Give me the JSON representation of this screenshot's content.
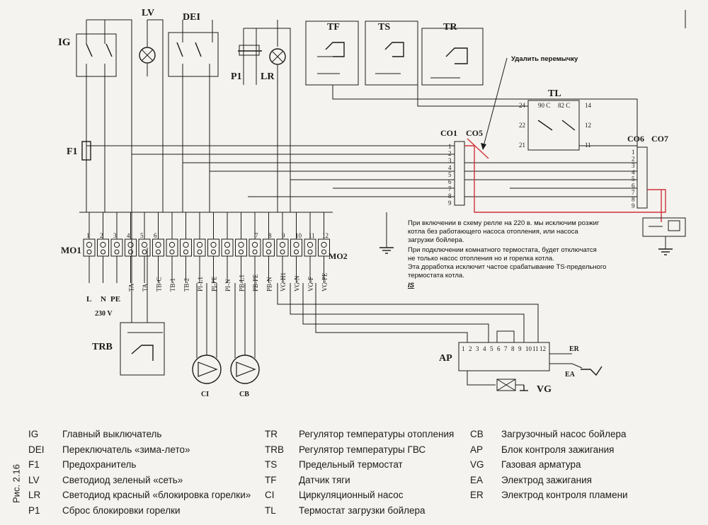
{
  "labels": {
    "IG": "IG",
    "LV": "LV",
    "DEI": "DEI",
    "TF": "TF",
    "TS": "TS",
    "TR": "TR",
    "TL": "TL",
    "F1": "F1",
    "MO1": "MO1",
    "MO2": "MO2",
    "P1": "P1",
    "LR": "LR",
    "TRB": "TRB",
    "AP": "AP",
    "VG": "VG",
    "CI": "CI",
    "CB": "CB",
    "ER": "ER",
    "EA": "EA",
    "CO1": "CO1",
    "CO5": "CO5",
    "CO6": "CO6",
    "CO7": "CO7",
    "L": "L",
    "N": "N",
    "PE": "PE",
    "V230": "230 V",
    "IS": "IS"
  },
  "annotation": "Удалить перемычку",
  "note_lines": [
    "При включении в схему релле на 220 в. мы исключим розжиг",
    "котла без работающего насоса отопления, или насоса",
    "загрузки бойлера.",
    "При подключении комнатного термостата, будет отключатся",
    "не только насос отопления но и горелка котла.",
    "Эта доработка исключит частое срабатывание TS-предельного",
    "термостата котла."
  ],
  "terminal_tags_mo1": [
    "TA",
    "TA",
    "TB-C",
    "TB-1",
    "TB-2",
    "PI-L1",
    "PI-PE",
    "PI-N",
    "PB-L1",
    "PB-PE",
    "PB-N",
    "VG-H1",
    "VG-N",
    "VG-F",
    "VG-PE"
  ],
  "terminal_numbers": [
    "1",
    "2",
    "3",
    "4",
    "5",
    "6",
    "7",
    "8",
    "9",
    "10",
    "11",
    "12"
  ],
  "co_numbers": [
    "1",
    "2",
    "3",
    "4",
    "5",
    "6",
    "7",
    "8",
    "9"
  ],
  "ap_numbers": [
    "1",
    "2",
    "3",
    "4",
    "5",
    "6",
    "7",
    "8",
    "9",
    "10",
    "11",
    "12"
  ],
  "tl_pins": [
    "24",
    "90 C",
    "82 C",
    "14",
    "22",
    "12",
    "21",
    "11"
  ],
  "legend": {
    "col1": [
      {
        "code": "IG",
        "text": "Главный выключатель"
      },
      {
        "code": "DEI",
        "text": "Переключатель «зима-лето»"
      },
      {
        "code": "F1",
        "text": "Предохранитель"
      },
      {
        "code": "LV",
        "text": "Светодиод зеленый «сеть»"
      },
      {
        "code": "LR",
        "text": "Светодиод красный «блокировка горелки»"
      },
      {
        "code": "P1",
        "text": "Сброс блокировки горелки"
      }
    ],
    "col2": [
      {
        "code": "TR",
        "text": "Регулятор температуры отопления"
      },
      {
        "code": "TRB",
        "text": "Регулятор температуры ГВС"
      },
      {
        "code": "TS",
        "text": "Предельный термостат"
      },
      {
        "code": "TF",
        "text": "Датчик тяги"
      },
      {
        "code": "CI",
        "text": "Циркуляционный насос"
      },
      {
        "code": "TL",
        "text": "Термостат загрузки бойлера"
      }
    ],
    "col3": [
      {
        "code": "CB",
        "text": "Загрузочный насос бойлера"
      },
      {
        "code": "AP",
        "text": "Блок контроля зажигания"
      },
      {
        "code": "VG",
        "text": "Газовая арматура"
      },
      {
        "code": "EA",
        "text": "Электрод зажигания"
      },
      {
        "code": "ER",
        "text": "Электрод контроля пламени"
      }
    ]
  },
  "caption": "Рис. 2.16",
  "colors": {
    "ink": "#1b1b1b",
    "paper": "#f4f3ef",
    "red": "#d0333a"
  }
}
